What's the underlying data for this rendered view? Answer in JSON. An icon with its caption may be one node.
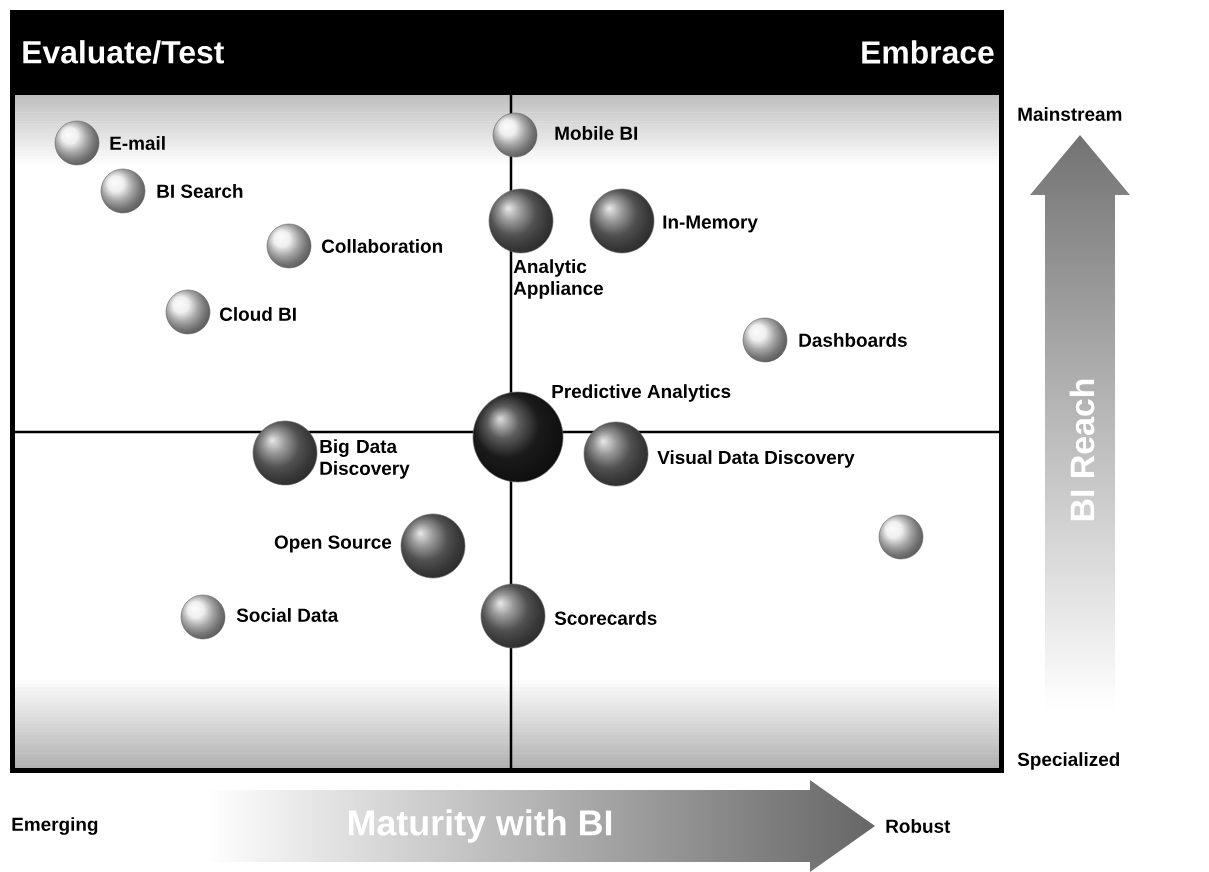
{
  "diagram": {
    "nodes": [
      {
        "text": [],
        "shape": "circle",
        "beside": [
          "E-mail"
        ]
      },
      {
        "text": [],
        "shape": "circle",
        "beside": [
          "BI Search"
        ]
      },
      {
        "text": [],
        "shape": "circle",
        "beside": [
          "Collaboration"
        ]
      },
      {
        "text": [],
        "shape": "circle",
        "beside": [
          "Cloud BI"
        ]
      },
      {
        "text": [],
        "shape": "circle",
        "beside": [
          "Mobile BI"
        ]
      },
      {
        "text": [],
        "shape": "circle",
        "beside": [
          "Analytic Appliance"
        ]
      },
      {
        "text": [],
        "shape": "circle",
        "beside": [
          "In-Memory"
        ]
      },
      {
        "text": [],
        "shape": "circle",
        "beside": [
          "Dashboards"
        ]
      },
      {
        "text": [],
        "shape": "circle",
        "beside": [
          "Predictive Analytics"
        ]
      },
      {
        "text": [],
        "shape": "circle",
        "beside": [
          "Big Data Discovery"
        ]
      },
      {
        "text": [],
        "shape": "circle",
        "beside": [
          "Visual Data Discovery"
        ]
      },
      {
        "text": [],
        "shape": "circle"
      },
      {
        "text": [],
        "shape": "circle",
        "beside": [
          "Open Source"
        ]
      },
      {
        "text": [],
        "shape": "circle",
        "beside": [
          "Social Data"
        ]
      },
      {
        "text": [],
        "shape": "circle",
        "beside": [
          "Scorecards"
        ]
      }
    ],
    "labels": [
      "Evaluate/Test",
      "Embrace",
      "Mainstream",
      "BI Reach",
      "Specialized",
      "Emerging",
      "Maturity with BI",
      "Robust"
    ]
  }
}
